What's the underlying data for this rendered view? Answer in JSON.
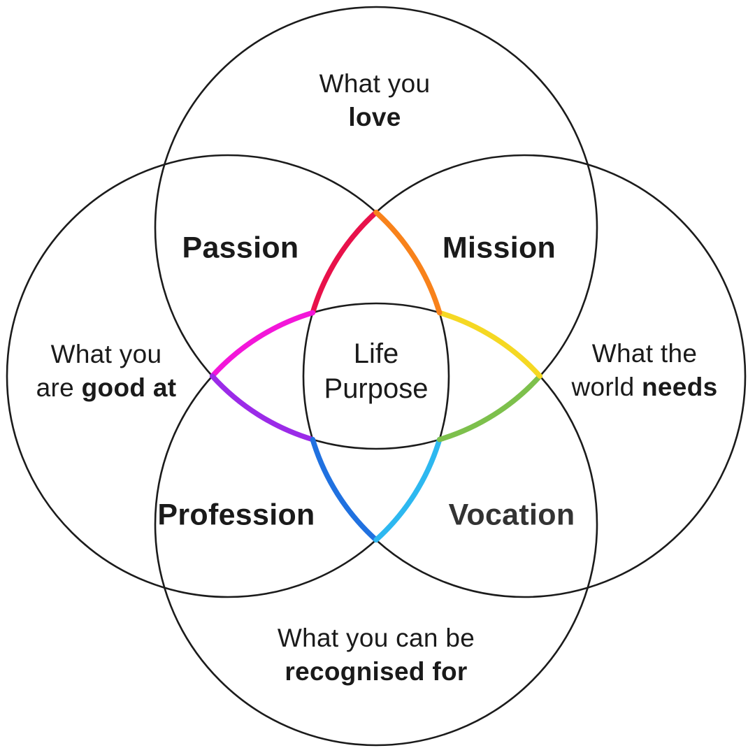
{
  "colors": {
    "outline": "#1b1b1b",
    "text": "#1a1a1a",
    "vocation_text": "#333333",
    "red": "#E8114A",
    "orange": "#F8821B",
    "magenta": "#F316D9",
    "purple": "#9B2BE8",
    "blue": "#2071E0",
    "cyan": "#2DB8F0",
    "green": "#7DC04C",
    "yellow": "#F5D823"
  },
  "center": {
    "line1": "Life",
    "line2": "Purpose"
  },
  "outer_labels": {
    "top": {
      "line1": "What you",
      "line2_prefix": "",
      "line2_bold": "love"
    },
    "left": {
      "line1": "What you",
      "line2_prefix": "are ",
      "line2_bold": "good at"
    },
    "right": {
      "line1": "What the",
      "line2_prefix": "world ",
      "line2_bold": "needs"
    },
    "bottom": {
      "line1": "What you can be",
      "line2_prefix": "",
      "line2_bold": "recognised for"
    }
  },
  "intersection_labels": {
    "passion": "Passion",
    "mission": "Mission",
    "profession": "Profession",
    "vocation": "Vocation"
  }
}
